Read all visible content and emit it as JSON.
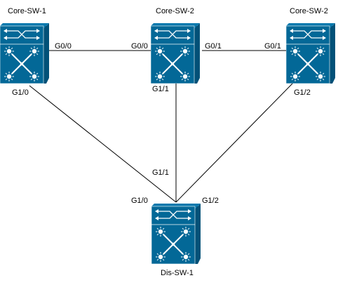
{
  "diagram": {
    "colors": {
      "switch_face": "#036897",
      "switch_top": "#0a79ad",
      "switch_side": "#025178",
      "glyph": "#ffffff",
      "link": "#000000"
    },
    "devices": [
      {
        "id": "sw1",
        "name": "Core-SW-1",
        "icon": "multilayer-switch-icon"
      },
      {
        "id": "sw2",
        "name": "Core-SW-2",
        "icon": "multilayer-switch-icon"
      },
      {
        "id": "sw3",
        "name": "Core-SW-2",
        "icon": "multilayer-switch-icon"
      },
      {
        "id": "dis",
        "name": "Dis-SW-1",
        "icon": "multilayer-switch-icon"
      }
    ],
    "links": [
      {
        "from": "sw1",
        "to": "sw2",
        "from_port": "G0/0",
        "to_port": "G0/0"
      },
      {
        "from": "sw2",
        "to": "sw3",
        "from_port": "G0/1",
        "to_port": "G0/1"
      },
      {
        "from": "sw1",
        "to": "dis",
        "from_port": "G1/0",
        "to_port": "G1/0"
      },
      {
        "from": "sw2",
        "to": "dis",
        "from_port": "G1/1",
        "to_port": "G1/1"
      },
      {
        "from": "sw3",
        "to": "dis",
        "from_port": "G1/2",
        "to_port": "G1/2"
      }
    ]
  }
}
